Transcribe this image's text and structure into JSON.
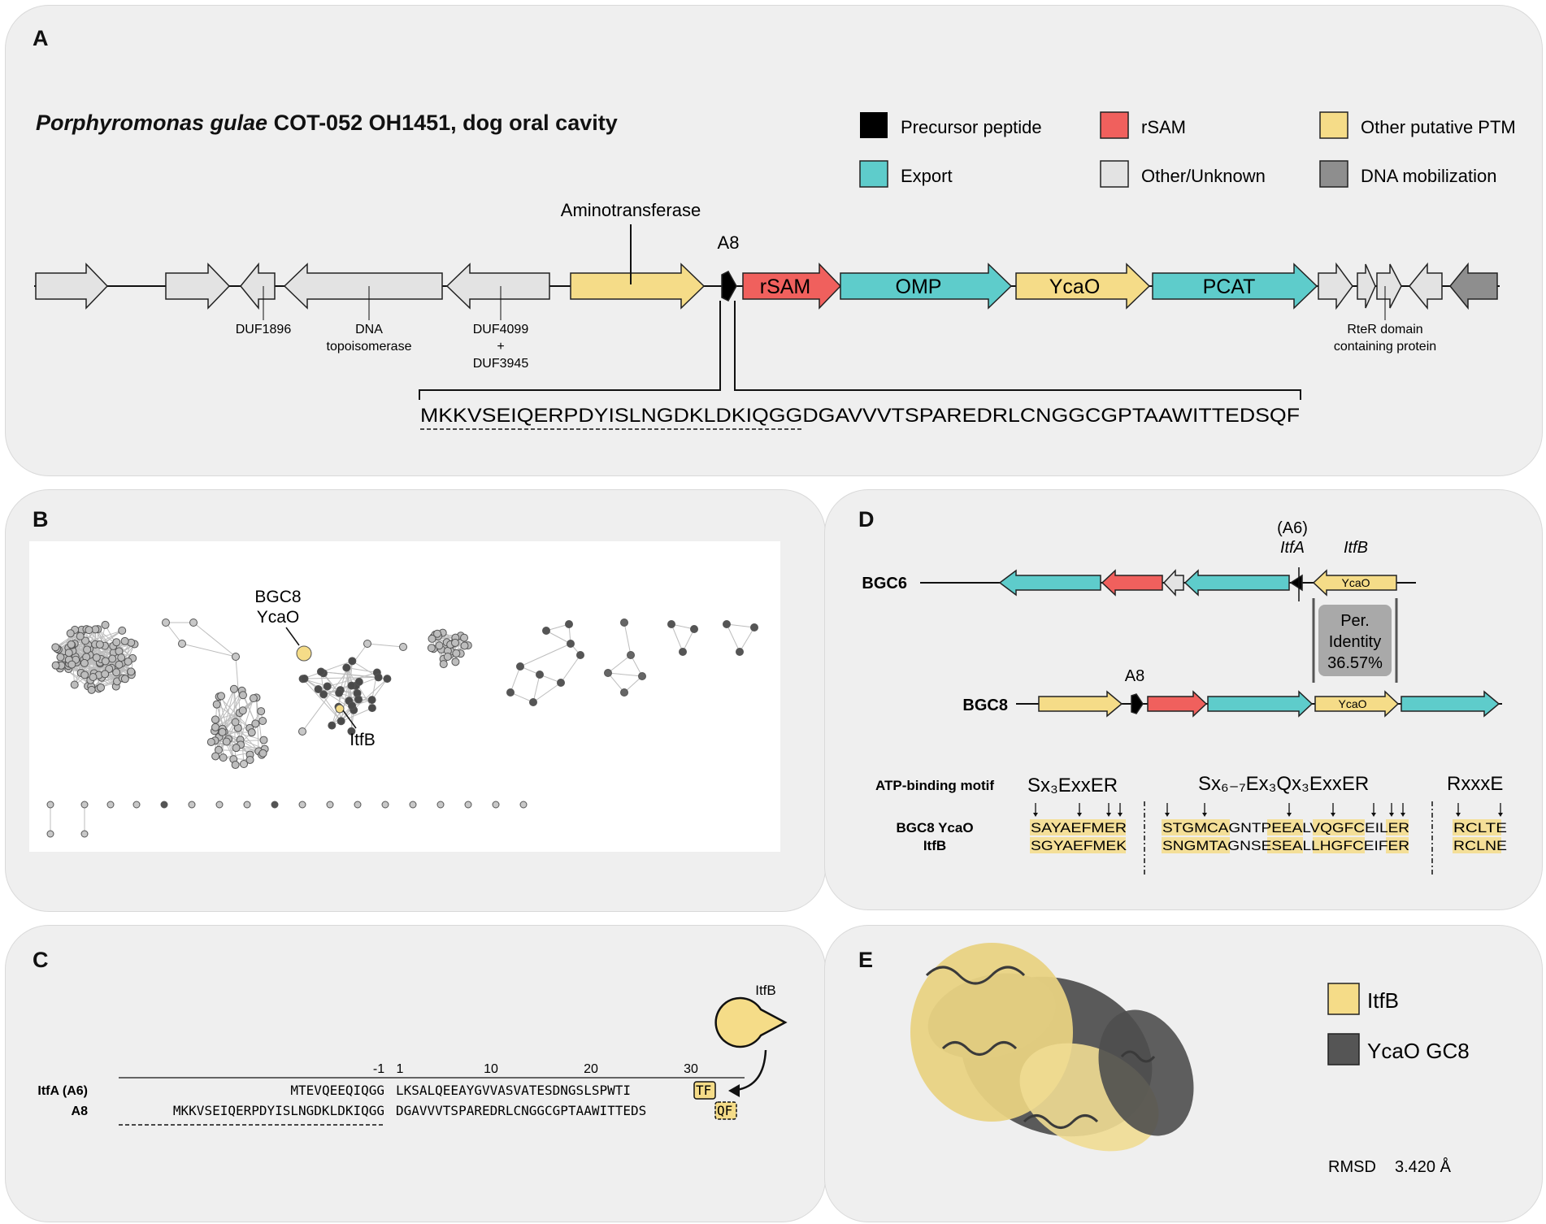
{
  "panel_a": {
    "label": "A",
    "organism_italic": "Porphyromonas gulae",
    "organism_rest": " COT-052 OH1451, dog oral cavity",
    "legend": [
      {
        "label": "Precursor peptide",
        "color": "#000000"
      },
      {
        "label": "rSAM",
        "color": "#f0605d"
      },
      {
        "label": "Other putative PTM",
        "color": "#f5dc88"
      },
      {
        "label": "Export",
        "color": "#5ecccb"
      },
      {
        "label": "Other/Unknown",
        "color": "#e3e3e3"
      },
      {
        "label": "DNA mobilization",
        "color": "#8e8e8e"
      }
    ],
    "genes": {
      "rsam": "rSAM",
      "omp": "OMP",
      "ycao": "YcaO",
      "pcat": "PCAT"
    },
    "annotations": {
      "aminotransferase": "Aminotransferase",
      "a8": "A8",
      "duf1896": "DUF1896",
      "dna_topo_1": "DNA",
      "dna_topo_2": "topoisomerase",
      "duf4099": "DUF4099",
      "plus": "+",
      "duf3945": "DUF3945",
      "rter_1": "RteR domain",
      "rter_2": "containing protein"
    },
    "sequence": "MKKVSEIQERPDYISLNGDKLDKIQGGDGAVVVTSPAREDRLCNGGCGPTAAWITTEDSQF"
  },
  "panel_b": {
    "label": "B",
    "bgc8_label": "BGC8",
    "ycao_label": "YcaO",
    "itfb_label": "ItfB"
  },
  "panel_c": {
    "label": "C",
    "enzyme": "ItfB",
    "pos_m1": "-1",
    "pos_1": "1",
    "pos_10": "10",
    "pos_20": "20",
    "pos_30": "30",
    "row1_name": "ItfA (A6)",
    "row1_leader": "MTEVQEEQIQGG",
    "row1_core": "LKSALQEEAYGVVASVATESDNGSLSPWTI",
    "row1_tail": "TF",
    "row2_name": "A8",
    "row2_leader": "MKKVSEIQERPDYISLNGDKLDKIQGG",
    "row2_core": "DGAVVVTSPAREDRLCNGGCGPTAAWITTEDS",
    "row2_tail": "QF"
  },
  "panel_d": {
    "label": "D",
    "bgc6": "BGC6",
    "bgc8": "BGC8",
    "a6_paren": "(A6)",
    "itfa": "ItfA",
    "itfb": "ItfB",
    "a8": "A8",
    "ycao": "YcaO",
    "identity_1": "Per.",
    "identity_2": "Identity",
    "identity_3": "36.57%",
    "motif_title": "ATP-binding motif",
    "motif1": "Sx₃ExxER",
    "motif2": "Sx₆₋₇Ex₃Qx₃ExxER",
    "motif3": "RxxxE",
    "row1_name": "BGC8 YcaO",
    "row2_name": "ItfB",
    "row1_seqs": [
      "SAYAEFMER",
      "STGMCAGNTPEEALVQGFCEILER",
      "RCLTE"
    ],
    "row2_seqs": [
      "SGYAEFMEK",
      "SNGMTAGNSESEALLHGFCEIFER",
      "RCLNE"
    ]
  },
  "panel_e": {
    "label": "E",
    "legend": [
      {
        "label": "ItfB",
        "color": "#f5dc88"
      },
      {
        "label": "YcaO GC8",
        "color": "#555555"
      }
    ],
    "rmsd_label": "RMSD",
    "rmsd_value": "3.420 Å"
  }
}
